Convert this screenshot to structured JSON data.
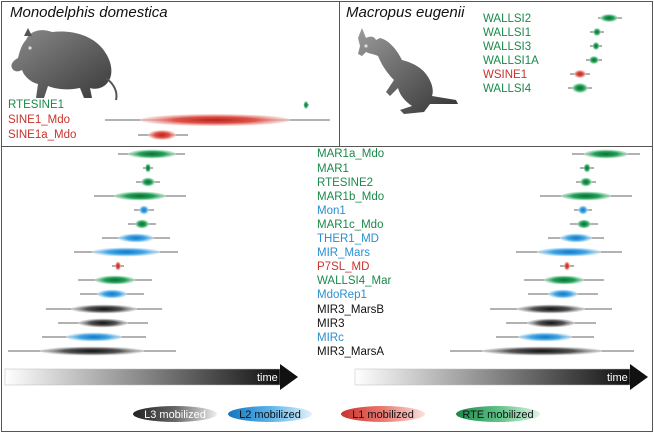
{
  "species": {
    "opossum": "Monodelphis domestica",
    "wallaby": "Macropus eugenii"
  },
  "colors": {
    "rte": "#1a8a4a",
    "l1": "#c8332c",
    "l2": "#2a8fd0",
    "l3": "#111111"
  },
  "opossum_elements": [
    {
      "name": "RTESINE1",
      "type": "rte"
    },
    {
      "name": "SINE1_Mdo",
      "type": "l1"
    },
    {
      "name": "SINE1a_Mdo",
      "type": "l1"
    }
  ],
  "wallaby_elements": [
    {
      "name": "WALLSI2",
      "type": "rte"
    },
    {
      "name": "WALLSI1",
      "type": "rte"
    },
    {
      "name": "WALLSI3",
      "type": "rte"
    },
    {
      "name": "WALLSI1A",
      "type": "rte"
    },
    {
      "name": "WSINE1",
      "type": "l1"
    },
    {
      "name": "WALLSI4",
      "type": "rte"
    }
  ],
  "shared_elements": [
    {
      "name": "MAR1a_Mdo",
      "type": "rte"
    },
    {
      "name": "MAR1",
      "type": "rte"
    },
    {
      "name": "RTESINE2",
      "type": "rte"
    },
    {
      "name": "MAR1b_Mdo",
      "type": "rte"
    },
    {
      "name": "Mon1",
      "type": "l2"
    },
    {
      "name": "MAR1c_Mdo",
      "type": "rte"
    },
    {
      "name": "THER1_MD",
      "type": "l2"
    },
    {
      "name": "MIR_Mars",
      "type": "l2"
    },
    {
      "name": "P7SL_MD",
      "type": "l1"
    },
    {
      "name": "WALLSI4_Mar",
      "type": "rte"
    },
    {
      "name": "MdoRep1",
      "type": "l2"
    },
    {
      "name": "MIR3_MarsB",
      "type": "l3"
    },
    {
      "name": "MIR3",
      "type": "l3"
    },
    {
      "name": "MIRc",
      "type": "l2"
    },
    {
      "name": "MIR3_MarsA",
      "type": "l3"
    }
  ],
  "axis": {
    "left_label": "time",
    "right_label": "time"
  },
  "legend": [
    {
      "label": "L3 mobilized",
      "type": "l3"
    },
    {
      "label": "L2 mobilized",
      "type": "l2"
    },
    {
      "label": "L1 mobilized",
      "type": "l1"
    },
    {
      "label": "RTE mobilized",
      "type": "rte"
    }
  ]
}
